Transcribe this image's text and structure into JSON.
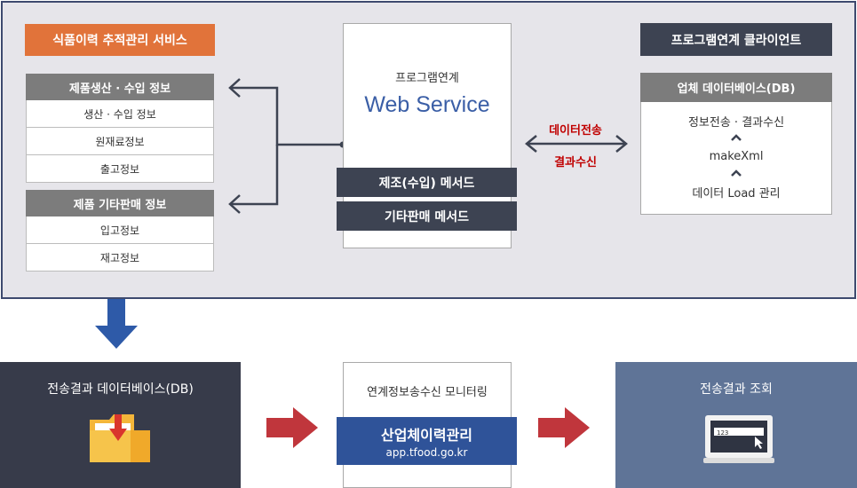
{
  "top": {
    "service_title": "식품이력 추적관리 서비스",
    "group1": {
      "header": "제품생산 · 수입 정보",
      "rows": [
        "생산 · 수입 정보",
        "원재료정보",
        "출고정보"
      ]
    },
    "group2": {
      "header": "제품 기타판매 정보",
      "rows": [
        "입고정보",
        "재고정보"
      ]
    },
    "webservice": {
      "subtitle": "프로그램연계",
      "title": "Web Service",
      "methods": [
        "제조(수입) 메서드",
        "기타판매 메서드"
      ]
    },
    "exchange": {
      "send": "데이터전송",
      "receive": "결과수신"
    },
    "client": {
      "title": "프로그램연계 클라이언트",
      "db_header": "업체 데이터베이스(DB)",
      "items": [
        "정보전송 · 결과수신",
        "makeXml",
        "데이터 Load 관리"
      ]
    }
  },
  "bottom": {
    "left_title": "전송결과 데이터베이스(DB)",
    "mid_title": "연계정보송수신 모니터링",
    "mid_band_title": "산업체이력관리",
    "mid_band_url": "app.tfood.go.kr",
    "right_title": "전송결과 조회",
    "monitor_value": "123"
  },
  "colors": {
    "panel_border": "#3e4a6f",
    "orange": "#e1733a",
    "dark": "#3d4352",
    "blue_arrow": "#2e5aa8",
    "red_arrow": "#c0363c",
    "red_text": "#c00000"
  }
}
